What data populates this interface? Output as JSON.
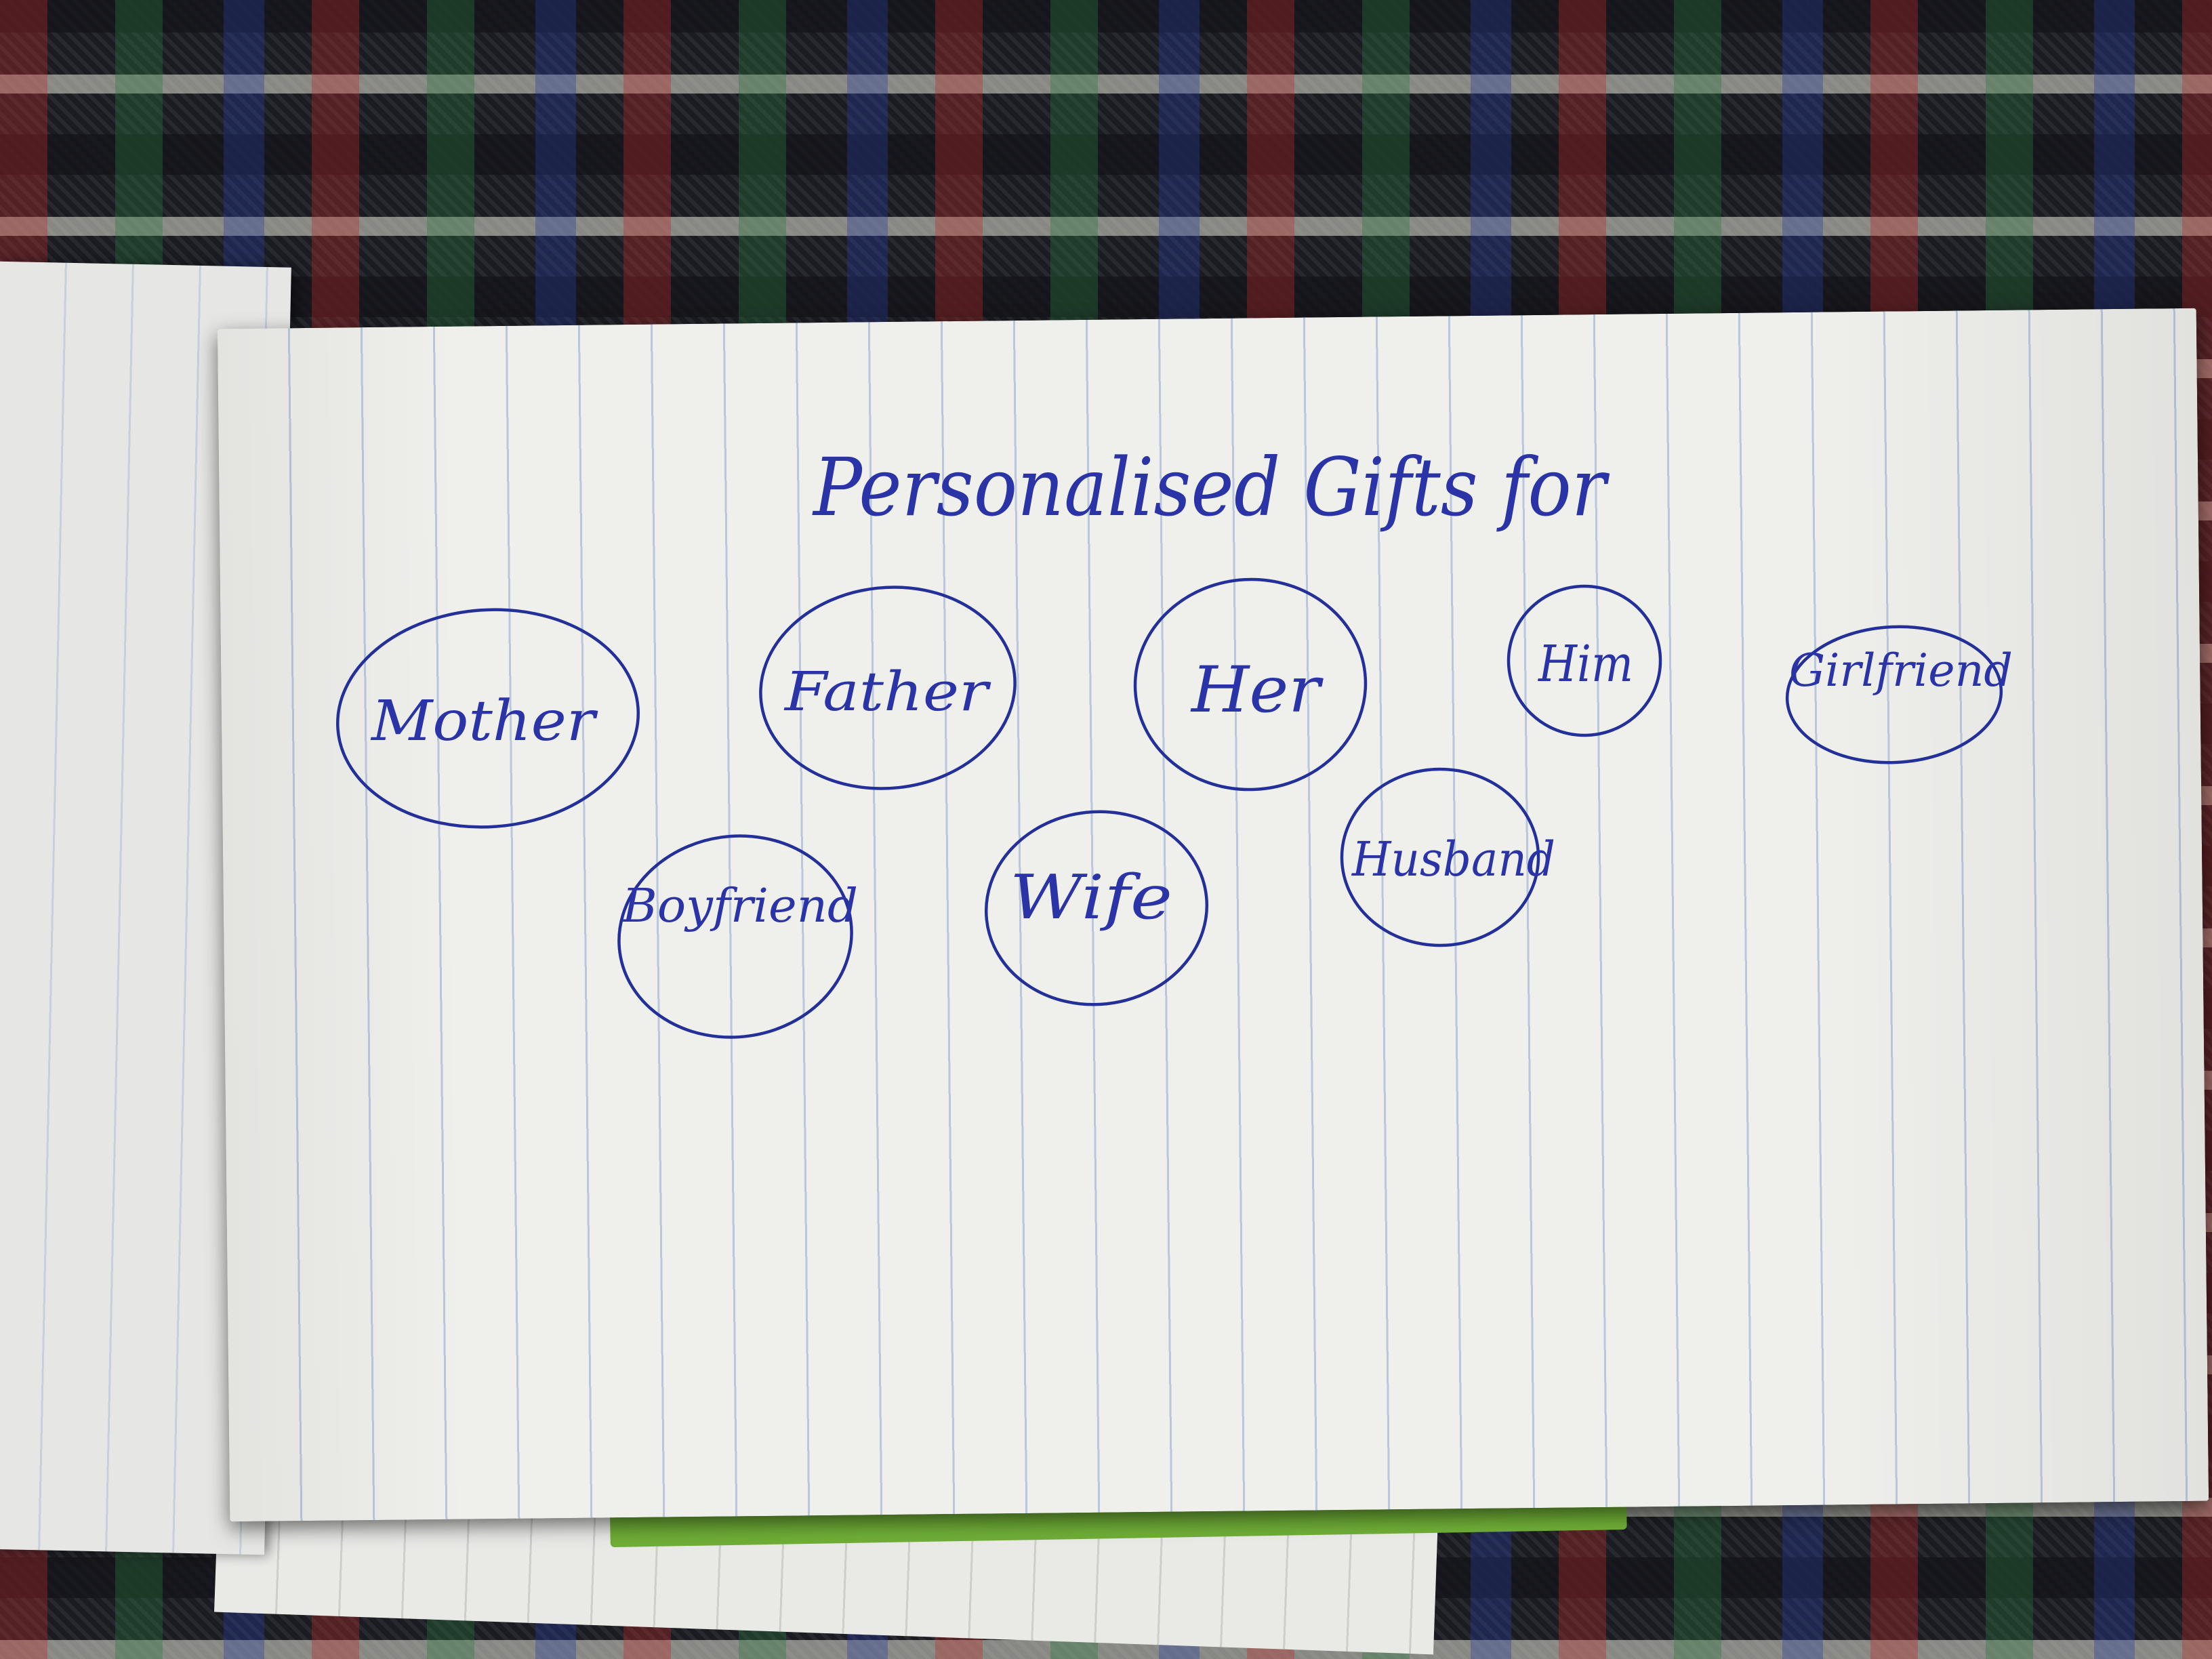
{
  "title": "Personalised Gifts for",
  "recipients": [
    "Mother",
    "Father",
    "Her",
    "Him",
    "Girlfriend",
    "Boyfriend",
    "Wife",
    "Husband"
  ],
  "colors": {
    "ink": "#2a34a6",
    "paper": "#efefec",
    "rule_line": "#90a8d2",
    "notebook_cover": "#6fae37"
  }
}
